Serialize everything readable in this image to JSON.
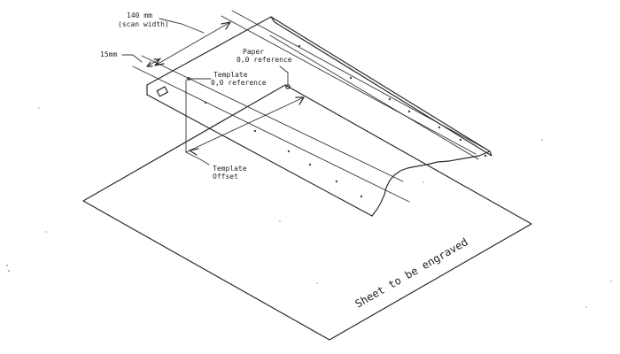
{
  "labels": {
    "scan_width_value": "140 mm",
    "scan_width_caption": "(scan width)",
    "margin": "15mm",
    "paper_ref_line1": "Paper",
    "paper_ref_line2": "0,0 reference",
    "template_ref_line1": "Template",
    "template_ref_line2": "0,0 reference",
    "template_offset_line1": "Template",
    "template_offset_line2": "Offset",
    "sheet": "Sheet to be engraved"
  },
  "colors": {
    "ink": "#2b2b2b",
    "background": "#ffffff"
  }
}
